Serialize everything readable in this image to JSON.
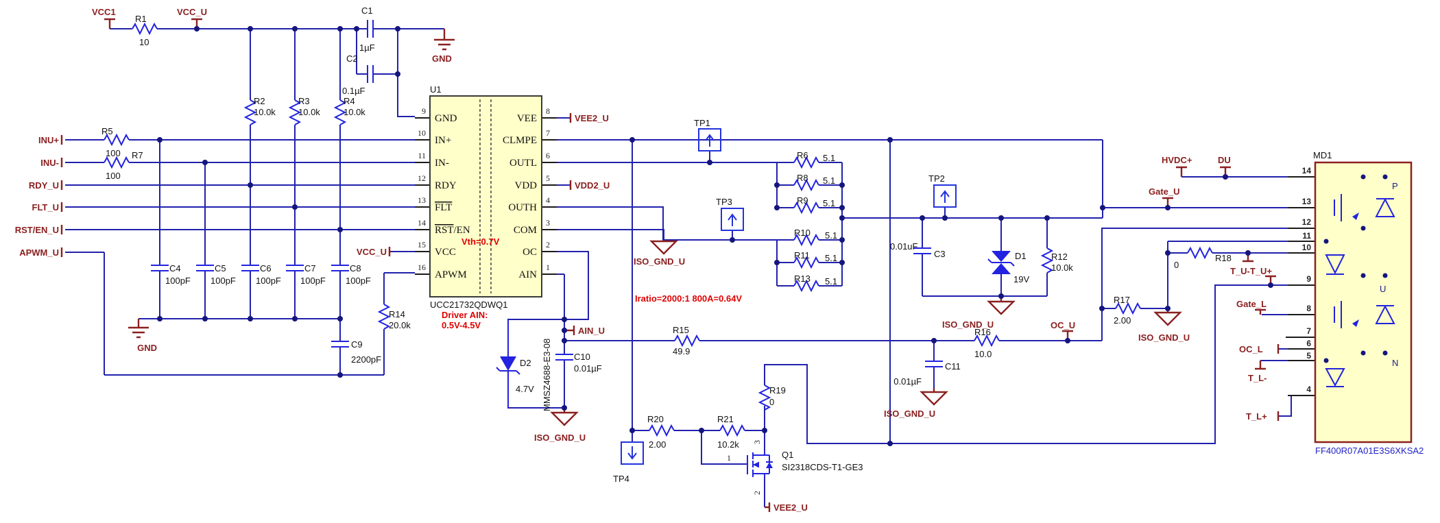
{
  "colors": {
    "wire": "#2121AD",
    "component": "#2222E0",
    "net_label": "#8B2020",
    "annotation": "#E00000",
    "chip_fill": "#FFFFC9",
    "module_border": "#8B2020",
    "part_text": "#2020C8"
  },
  "power": {
    "vcc1": "VCC1",
    "vcc_u": "VCC_U",
    "gnd": "GND",
    "hvdc": "HVDC+",
    "du": "DU",
    "vee2_u": "VEE2_U",
    "vdd2_u": "VDD2_U",
    "iso_gnd": "ISO_GND_U"
  },
  "inputs": {
    "inu_plus": "INU+",
    "inu_minus": "INU-",
    "rdy": "RDY_U",
    "flt": "FLT_U",
    "rst_en": "RST/EN_U",
    "apwm": "APWM_U"
  },
  "nets": {
    "gate_u": "Gate_U",
    "gate_l": "Gate_L",
    "oc_u": "OC_U",
    "oc_l": "OC_L",
    "ain_u": "AIN_U",
    "t_u": "T_U-T_U+",
    "t_l_minus": "T_L-",
    "t_l_plus": "T_L+"
  },
  "annotations": {
    "vth": "Vth=0.7V",
    "iratio": "Iratio=2000:1  800A=0.64V",
    "driver1": "Driver AIN:",
    "driver2": "0.5V-4.5V"
  },
  "resistors": {
    "r1": {
      "ref": "R1",
      "val": "10"
    },
    "r2": {
      "ref": "R2",
      "val": "10.0k"
    },
    "r3": {
      "ref": "R3",
      "val": "10.0k"
    },
    "r4": {
      "ref": "R4",
      "val": "10.0k"
    },
    "r5": {
      "ref": "R5",
      "val": "100"
    },
    "r7": {
      "ref": "R7",
      "val": "100"
    },
    "r6": {
      "ref": "R6",
      "val": "5.1"
    },
    "r8": {
      "ref": "R8",
      "val": "5.1"
    },
    "r9": {
      "ref": "R9",
      "val": "5.1"
    },
    "r10": {
      "ref": "R10",
      "val": "5.1"
    },
    "r11": {
      "ref": "R11",
      "val": "5.1"
    },
    "r13": {
      "ref": "R13",
      "val": "5.1"
    },
    "r12": {
      "ref": "R12",
      "val": "10.0k"
    },
    "r14": {
      "ref": "R14",
      "val": "20.0k"
    },
    "r15": {
      "ref": "R15",
      "val": "49.9"
    },
    "r16": {
      "ref": "R16",
      "val": "10.0"
    },
    "r17": {
      "ref": "R17",
      "val": "2.00"
    },
    "r18": {
      "ref": "R18",
      "val": "0"
    },
    "r19": {
      "ref": "R19",
      "val": "0"
    },
    "r20": {
      "ref": "R20",
      "val": "2.00"
    },
    "r21": {
      "ref": "R21",
      "val": "10.2k"
    }
  },
  "capacitors": {
    "c1": {
      "ref": "C1",
      "val": "1µF"
    },
    "c2": {
      "ref": "C2",
      "val": "0.1µF"
    },
    "c3": {
      "ref": "C3",
      "val": "0.01uF"
    },
    "c4": {
      "ref": "C4",
      "val": "100pF"
    },
    "c5": {
      "ref": "C5",
      "val": "100pF"
    },
    "c6": {
      "ref": "C6",
      "val": "100pF"
    },
    "c7": {
      "ref": "C7",
      "val": "100pF"
    },
    "c8": {
      "ref": "C8",
      "val": "100pF"
    },
    "c9": {
      "ref": "C9",
      "val": "2200pF"
    },
    "c10": {
      "ref": "C10",
      "val": "0.01µF"
    },
    "c11": {
      "ref": "C11",
      "val": "0.01µF"
    }
  },
  "diodes": {
    "d1": {
      "ref": "D1",
      "val": "19V"
    },
    "d2": {
      "ref": "D2",
      "val": "4.7V",
      "part": "MMSZ4688-E3-08"
    }
  },
  "transistor": {
    "ref": "Q1",
    "part": "SI2318CDS-T1-GE3",
    "p1": "1",
    "p2": "2",
    "p3": "3"
  },
  "testpoints": {
    "tp1": "TP1",
    "tp2": "TP2",
    "tp3": "TP3",
    "tp4": "TP4"
  },
  "u1": {
    "ref": "U1",
    "part": "UCC21732QDWQ1",
    "flt": "FLT",
    "rst": "RST",
    "rst_sfx": "/EN",
    "left": [
      {
        "n": "9",
        "name": "GND"
      },
      {
        "n": "10",
        "name": "IN+"
      },
      {
        "n": "11",
        "name": "IN-"
      },
      {
        "n": "12",
        "name": "RDY"
      },
      {
        "n": "13",
        "name": "FLT"
      },
      {
        "n": "14",
        "name": "RST/EN"
      },
      {
        "n": "15",
        "name": "VCC"
      },
      {
        "n": "16",
        "name": "APWM"
      }
    ],
    "right": [
      {
        "n": "8",
        "name": "VEE"
      },
      {
        "n": "7",
        "name": "CLMPE"
      },
      {
        "n": "6",
        "name": "OUTL"
      },
      {
        "n": "5",
        "name": "VDD"
      },
      {
        "n": "4",
        "name": "OUTH"
      },
      {
        "n": "3",
        "name": "COM"
      },
      {
        "n": "2",
        "name": "OC"
      },
      {
        "n": "1",
        "name": "AIN"
      }
    ]
  },
  "md1": {
    "ref": "MD1",
    "part": "FF400R07A01E3S6XKSA2",
    "p": "P",
    "u": "U",
    "n": "N",
    "pins": [
      "14",
      "13",
      "12",
      "11",
      "10",
      "9",
      "8",
      "7",
      "6",
      "5",
      "4"
    ]
  }
}
